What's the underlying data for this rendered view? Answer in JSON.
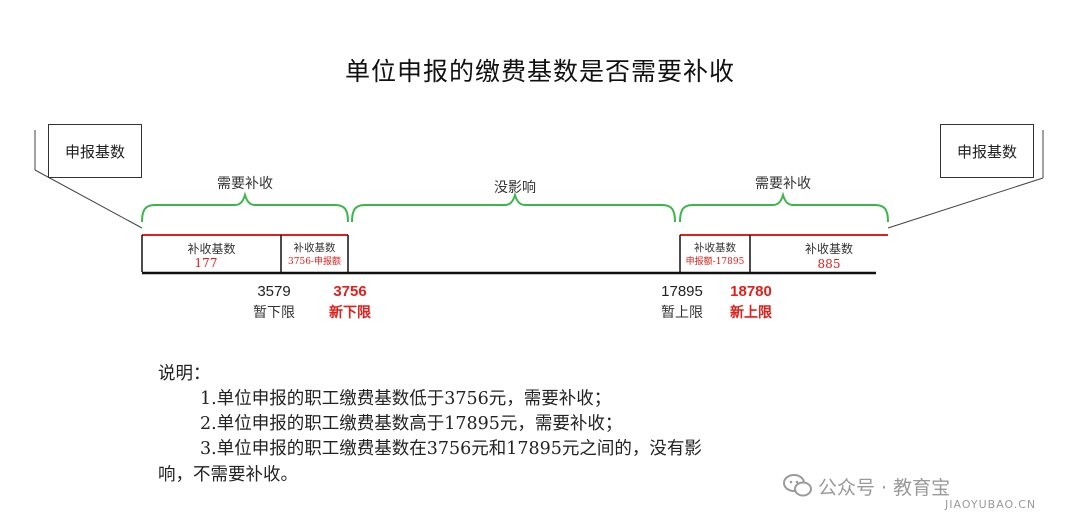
{
  "title": "单位申报的缴费基数是否需要补收",
  "diagram": {
    "left_box": "申报基数",
    "right_box": "申报基数",
    "zones": {
      "left": "需要补收",
      "middle": "没影响",
      "right": "需要补收"
    },
    "cells": {
      "left_outer": {
        "label": "补收基数",
        "value": "177"
      },
      "left_inner": {
        "label": "补收基数",
        "value": "3756-申报额"
      },
      "right_inner": {
        "label": "补收基数",
        "value": "申报额-17895"
      },
      "right_outer": {
        "label": "补收基数",
        "value": "885"
      }
    },
    "ticks": {
      "old_lower": {
        "value": "3579",
        "label": "暂下限"
      },
      "new_lower": {
        "value": "3756",
        "label": "新下限"
      },
      "old_upper": {
        "value": "17895",
        "label": "暂上限"
      },
      "new_upper": {
        "value": "18780",
        "label": "新上限"
      }
    },
    "colors": {
      "brace": "#3cb54a",
      "highlight": "#e0201c",
      "axis": "#111111"
    }
  },
  "notes": {
    "heading": "说明：",
    "items": [
      "1.单位申报的职工缴费基数低于3756元，需要补收；",
      "2.单位申报的职工缴费基数高于17895元，需要补收；",
      "3.单位申报的职工缴费基数在3756元和17895元之间的，没有影"
    ],
    "continuation": "响，不需要补收。"
  },
  "watermark": {
    "icon": "wechat-icon",
    "account": "公众号 · 教育宝",
    "site": "JIAOYUBAO.CN"
  }
}
